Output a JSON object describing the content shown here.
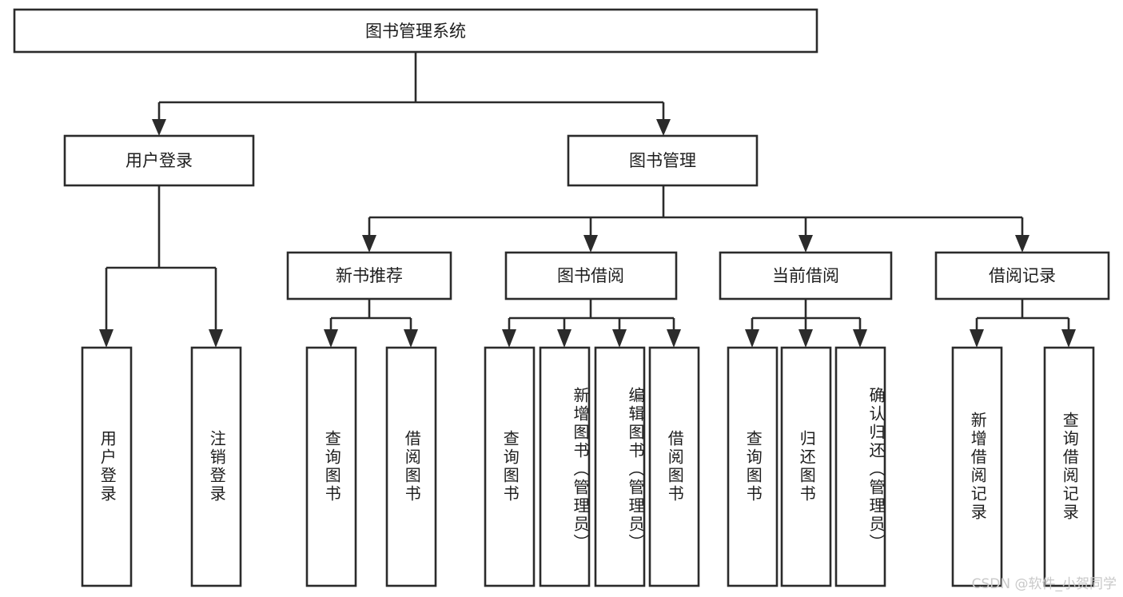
{
  "diagram": {
    "title": "图书管理系统",
    "type": "tree",
    "watermark": "CSDN @软件_小贺同学",
    "colors": {
      "stroke": "#2b2b2b",
      "fill": "#ffffff",
      "text": "#1d1d1d",
      "watermark": "#c9c9c9"
    },
    "nodes": {
      "root": {
        "label": "图书管理系统"
      },
      "level2": [
        {
          "id": "user-login",
          "label": "用户登录"
        },
        {
          "id": "book-manage",
          "label": "图书管理"
        }
      ],
      "level3": [
        {
          "id": "new-book-recommend",
          "label": "新书推荐"
        },
        {
          "id": "book-borrow",
          "label": "图书借阅"
        },
        {
          "id": "current-borrow",
          "label": "当前借阅"
        },
        {
          "id": "borrow-record",
          "label": "借阅记录"
        }
      ],
      "leaves": {
        "user-login": [
          {
            "id": "leaf-user-login",
            "label": "用户登录"
          },
          {
            "id": "leaf-user-logout",
            "label": "注销登录"
          }
        ],
        "new-book-recommend": [
          {
            "id": "leaf-query-book-1",
            "label": "查询图书"
          },
          {
            "id": "leaf-borrow-book-1",
            "label": "借阅图书"
          }
        ],
        "book-borrow": [
          {
            "id": "leaf-query-book-2",
            "label": "查询图书"
          },
          {
            "id": "leaf-add-book",
            "label": "新增图书（管理员）"
          },
          {
            "id": "leaf-edit-book",
            "label": "编辑图书（管理员）"
          },
          {
            "id": "leaf-borrow-book-2",
            "label": "借阅图书"
          }
        ],
        "current-borrow": [
          {
            "id": "leaf-query-book-3",
            "label": "查询图书"
          },
          {
            "id": "leaf-return-book",
            "label": "归还图书"
          },
          {
            "id": "leaf-confirm-return",
            "label": "确认归还（管理员）"
          }
        ],
        "borrow-record": [
          {
            "id": "leaf-add-record",
            "label": "新增借阅记录"
          },
          {
            "id": "leaf-query-record",
            "label": "查询借阅记录"
          }
        ]
      }
    }
  }
}
